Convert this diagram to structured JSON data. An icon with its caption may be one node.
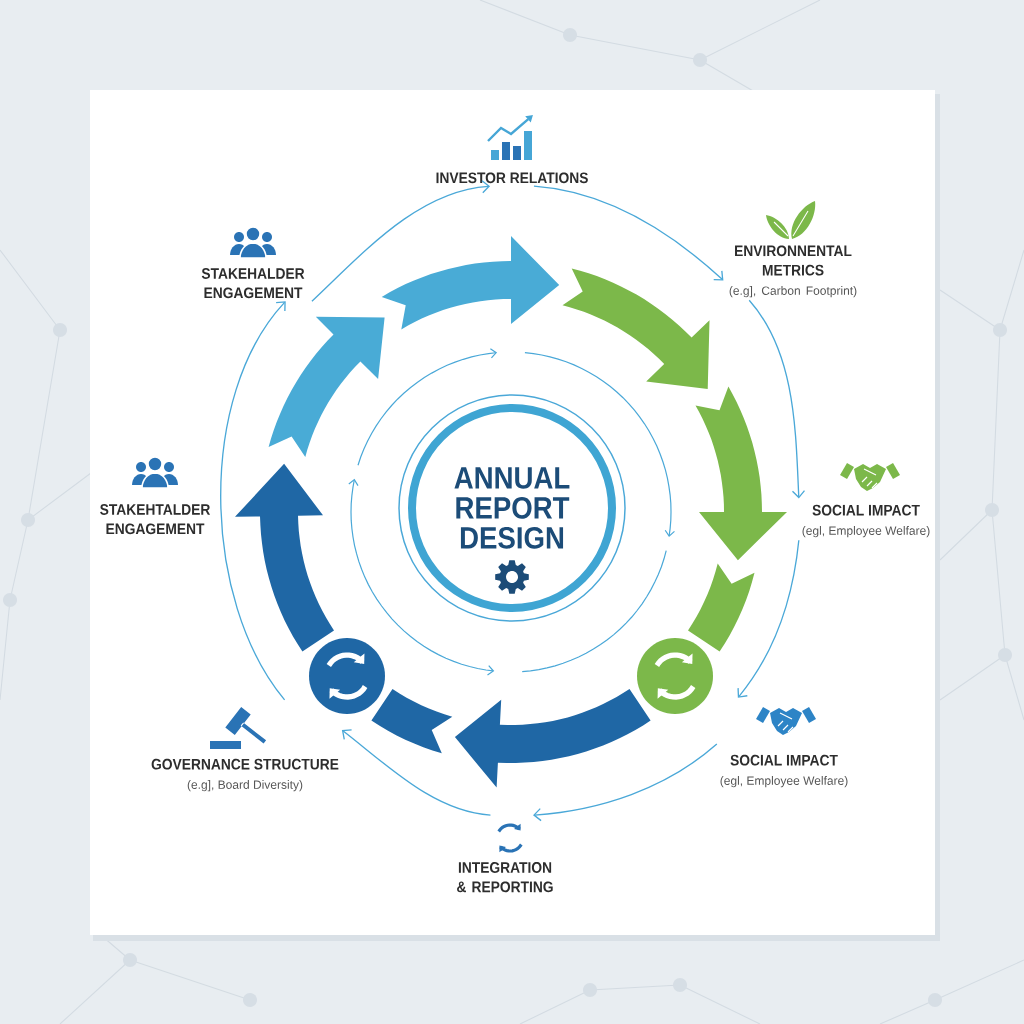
{
  "diagram": {
    "nodes": [
      {
        "text": [
          "INVESTOR RELATIONS"
        ]
      },
      {
        "text": [
          "STAKEHALDER ENGAGEMENT"
        ]
      },
      {
        "text": [
          "ENVIRONNENTAL METRICS",
          "(e.g], Carbon Footprint)"
        ]
      },
      {
        "text": [
          "ANNUAL REPORT DESIGN"
        ]
      },
      {
        "text": [
          "STAKEHTALDER ENGAGEMENT"
        ]
      },
      {
        "text": [
          "SOCIAL IMPACT",
          "(egl, Employee Welfare)"
        ]
      },
      {
        "text": [
          "GOVERNANCE STRUCTURE",
          "(e.g], Board Diversity)"
        ]
      },
      {
        "text": [
          "SOCIAL IMPACT",
          "(egl, Employee Welfare)"
        ]
      },
      {
        "text": [
          "INTEGRATION & REPORTING"
        ]
      }
    ],
    "edges": [
      {
        "from": 1,
        "to": 0,
        "arrow": "to"
      },
      {
        "from": 0,
        "to": 2,
        "arrow": "to"
      },
      {
        "from": 2,
        "to": 5,
        "arrow": "to"
      },
      {
        "from": 5,
        "to": 7,
        "arrow": "to"
      },
      {
        "from": 7,
        "to": 8,
        "arrow": "to"
      },
      {
        "from": 8,
        "to": 6,
        "arrow": "to"
      },
      {
        "from": 6,
        "to": 1,
        "arrow": "to"
      }
    ]
  }
}
